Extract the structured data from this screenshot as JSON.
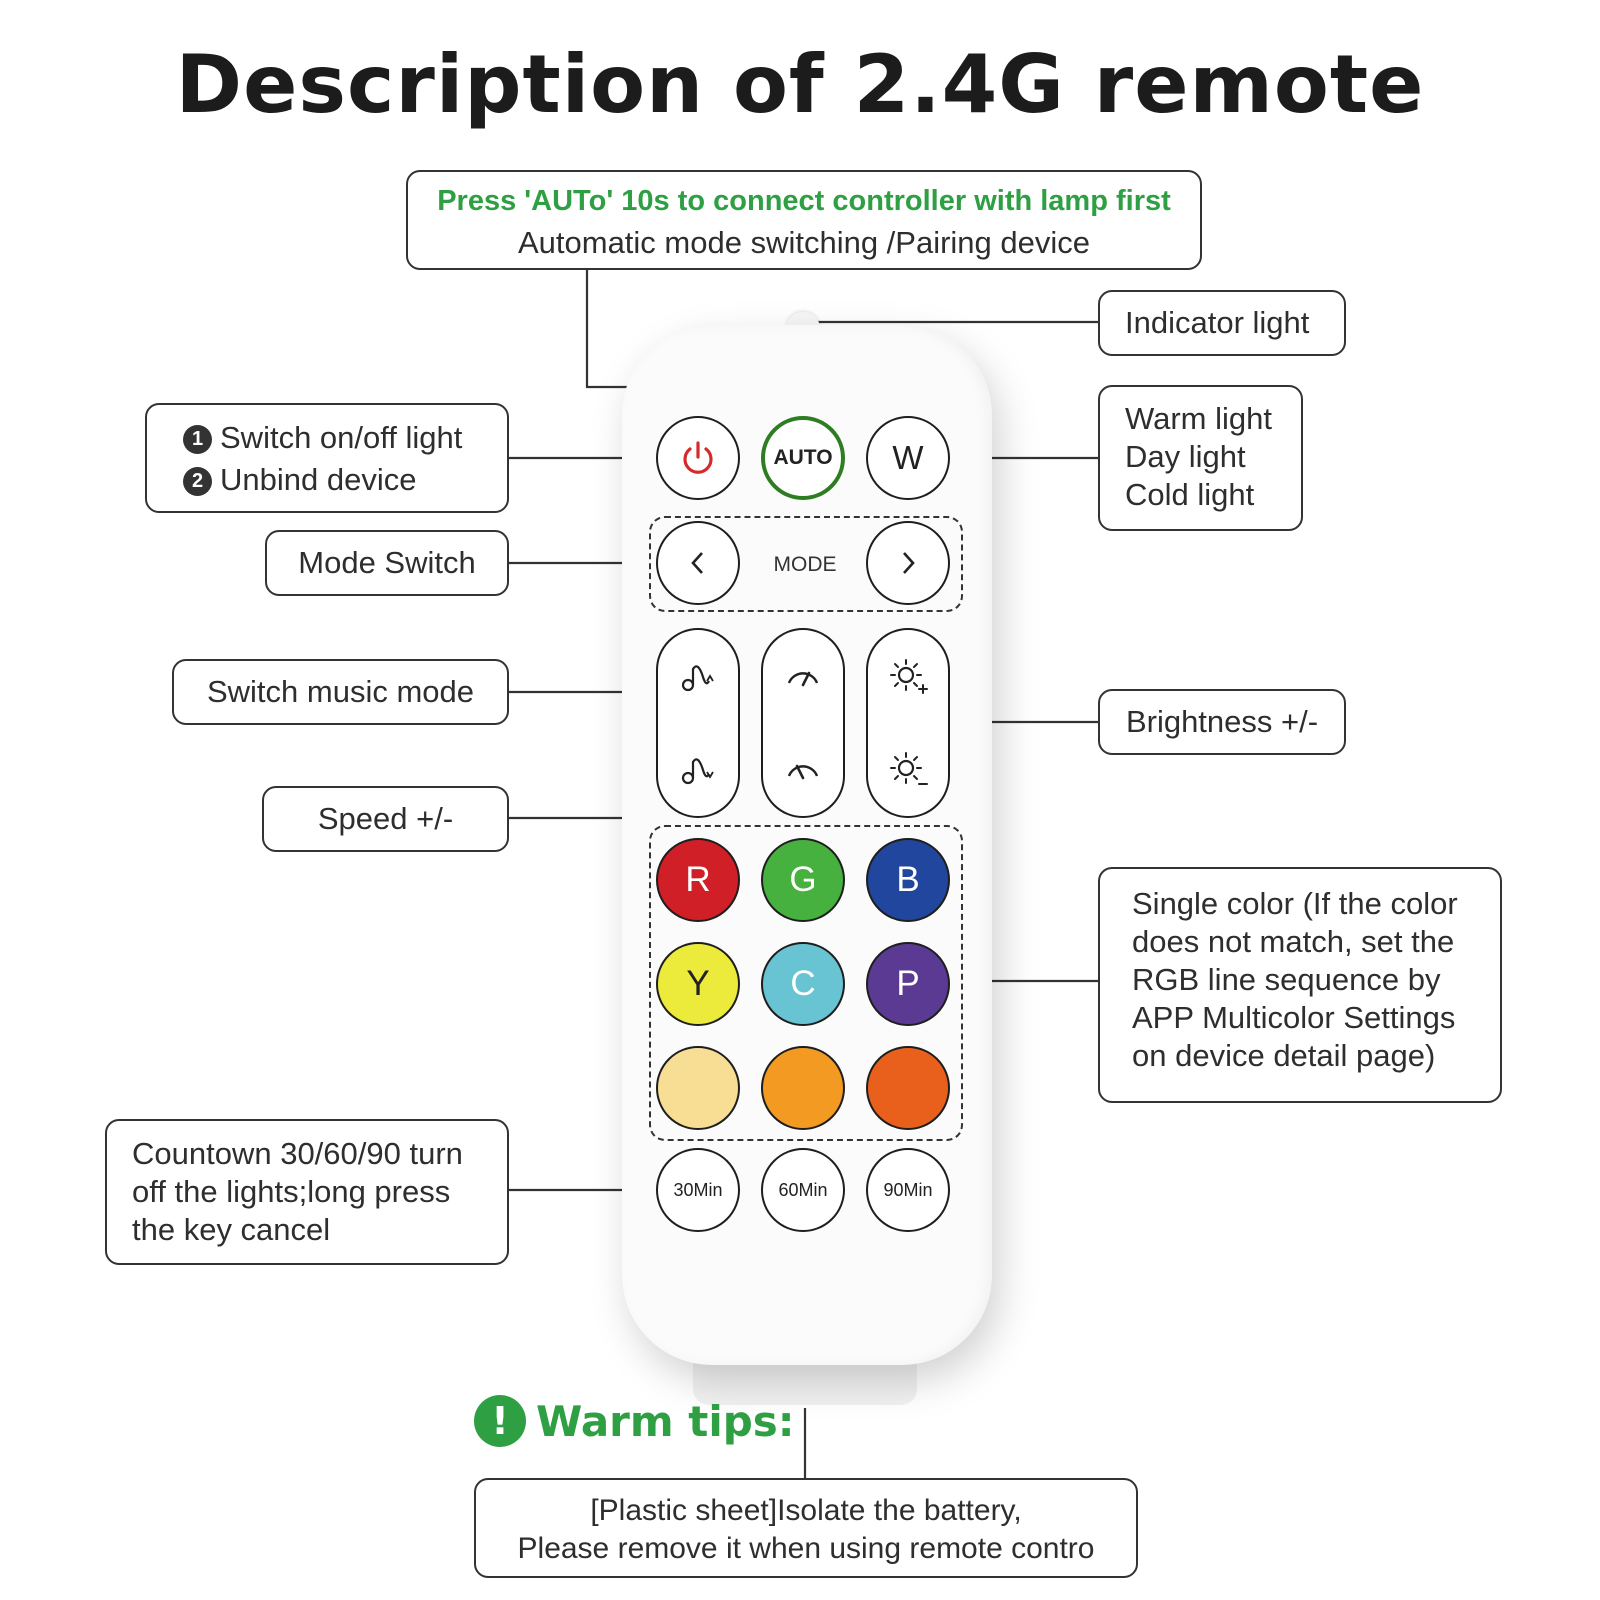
{
  "title": "Description of 2.4G remote",
  "colors": {
    "accent_green": "#2ea043",
    "power_red": "#d42a2a",
    "auto_green": "#2e7d22",
    "btn_R": "#d01f26",
    "btn_G": "#46b13f",
    "btn_B": "#21469d",
    "btn_Y": "#ecea3b",
    "btn_C": "#68c4d3",
    "btn_P": "#5a3a92",
    "btn_warm": "#f8dd94",
    "btn_orange": "#f29a21",
    "btn_red_orange": "#e8601c"
  },
  "callouts": {
    "auto": {
      "line1": "Press 'AUTo' 10s to connect controller with lamp first",
      "line2": "Automatic mode switching /Pairing device"
    },
    "indicator": "Indicator light",
    "power": {
      "num1": "1",
      "line1": "Switch on/off light",
      "num2": "2",
      "line2": "Unbind device"
    },
    "white": [
      "Warm light",
      "Day light",
      "Cold light"
    ],
    "mode": "Mode Switch",
    "music": "Switch music mode",
    "speed": "Speed +/-",
    "brightness": "Brightness +/-",
    "single_color": [
      "Single color (If the color",
      "does not match, set the",
      "RGB line sequence by",
      "APP Multicolor Settings",
      "on device detail page)"
    ],
    "countdown": [
      "Countown 30/60/90 turn",
      "off the lights;long press",
      "the key cancel"
    ]
  },
  "remote": {
    "auto_label": "AUTO",
    "w_label": "W",
    "mode_label": "MODE",
    "colors_row1": [
      "R",
      "G",
      "B"
    ],
    "colors_row2": [
      "Y",
      "C",
      "P"
    ],
    "timers": [
      "30Min",
      "60Min",
      "90Min"
    ]
  },
  "tips": {
    "mark": "!",
    "heading": "Warm tips:",
    "line1": "[Plastic sheet]Isolate the battery,",
    "line2": "Please remove it when using remote contro"
  }
}
